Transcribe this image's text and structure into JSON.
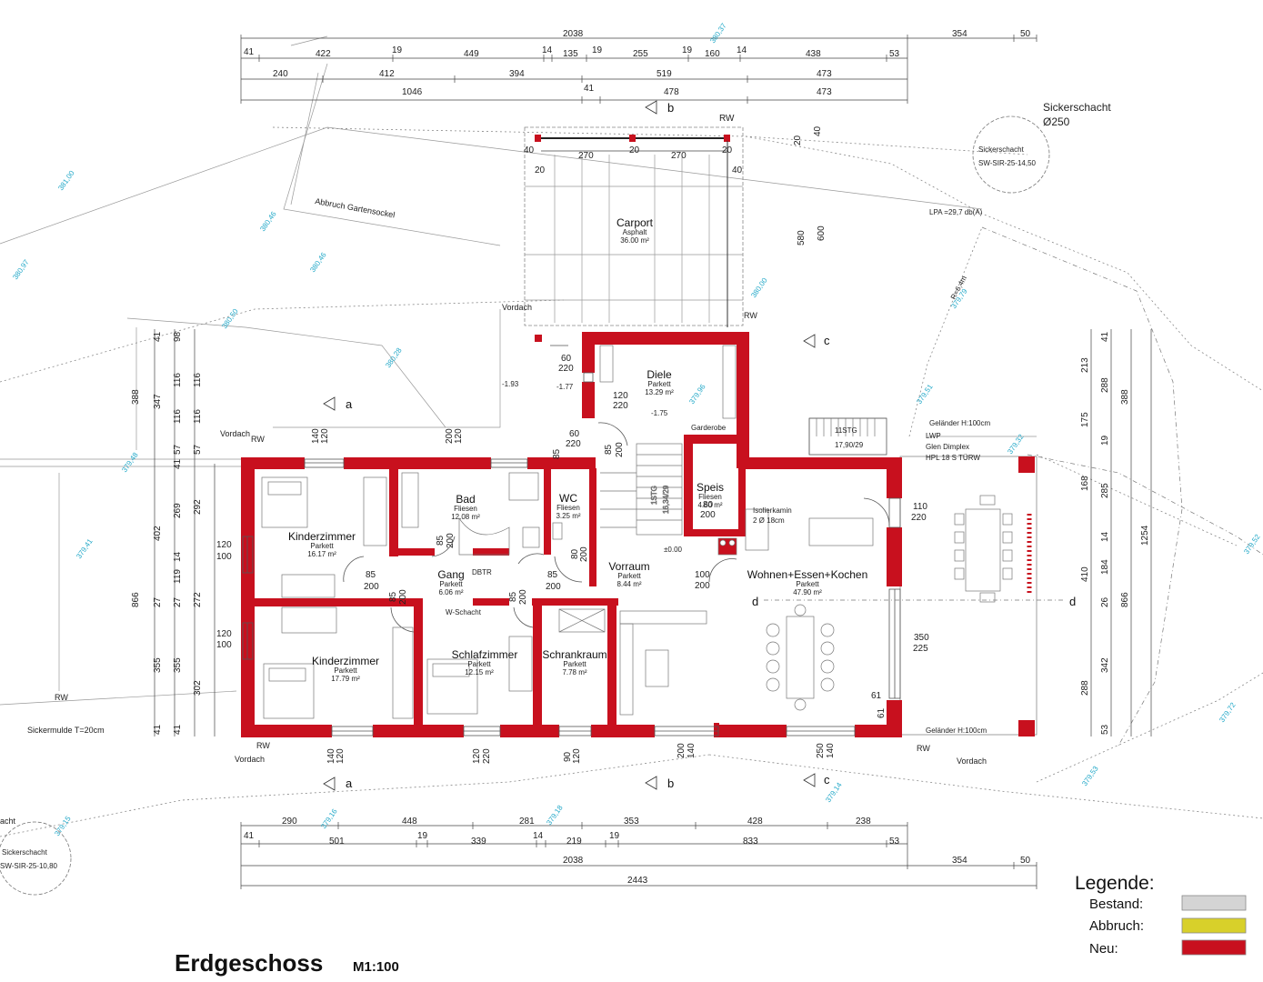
{
  "title": "Erdgeschoss",
  "scale": "M1:100",
  "legend": {
    "heading": "Legende:",
    "items": [
      {
        "label": "Bestand:",
        "color": "#d4d4d4"
      },
      {
        "label": "Abbruch:",
        "color": "#d8d02a"
      },
      {
        "label": "Neu:",
        "color": "#c8101e"
      }
    ]
  },
  "rooms": [
    {
      "name": "Kinderzimmer",
      "floor": "Parkett",
      "area": "16.17 m²"
    },
    {
      "name": "Bad",
      "floor": "Fliesen",
      "area": "12.08 m²"
    },
    {
      "name": "WC",
      "floor": "Fliesen",
      "area": "3.25 m²"
    },
    {
      "name": "Diele",
      "floor": "Parkett",
      "area": "13.29 m²"
    },
    {
      "name": "Speis",
      "floor": "Fliesen",
      "area": "4.60 m²"
    },
    {
      "name": "Gang",
      "floor": "Parkett",
      "area": "6.06 m²"
    },
    {
      "name": "Vorraum",
      "floor": "Parkett",
      "area": "8.44 m²"
    },
    {
      "name": "Wohnen+Essen+Kochen",
      "floor": "Parkett",
      "area": "47.90 m²"
    },
    {
      "name": "Kinderzimmer",
      "floor": "Parkett",
      "area": "17.79 m²"
    },
    {
      "name": "Schlafzimmer",
      "floor": "Parkett",
      "area": "12.15 m²"
    },
    {
      "name": "Schrankraum",
      "floor": "Parkett",
      "area": "7.78 m²"
    },
    {
      "name": "Carport",
      "floor": "Asphalt",
      "area": "36.00 m²"
    }
  ],
  "labels": {
    "sickerschacht_top": "Sickerschacht",
    "sickerschacht_top_dia": "Ø250",
    "sickerschacht_top_inner": "Sickerschacht",
    "sickerschacht_top_inner2": "SW-SIR-25-14,50",
    "sickerschacht_bottom": "Sickerschacht",
    "sickerschacht_bottom2": "SW-SIR-25-10,80",
    "sickerschacht_bottom_cut": "acht",
    "lpa": "LPA =29,7 db(A)",
    "radius": "R=6,4m",
    "abbruch": "Abbruch Gartensockel",
    "vordach": "Vordach",
    "rw": "RW",
    "gelaender": "Geländer H:100cm",
    "lwp1": "LWP",
    "lwp2": "Glen Dimplex",
    "lwp3": "HPL 18 S TÜRW",
    "stg": "11STG",
    "stg2": "17,90/29",
    "garderobe": "Garderobe",
    "isolierkamin": "Isolierkamin",
    "isolierkamin2": "2 Ø 18cm",
    "pm": "±0.00",
    "dbtr": "DBTR",
    "wschacht": "W-Schacht",
    "sickermulde": "Sickermulde T=20cm",
    "level1": "-1.93",
    "level2": "-1.77",
    "level3": "-1.75",
    "stg_inner": "1STG",
    "stg_inner2": "16,34/29"
  },
  "sections": [
    "a",
    "b",
    "c",
    "d"
  ],
  "dims_top": {
    "row1": [
      "41",
      "422",
      "19",
      "449",
      "14",
      "135",
      "19",
      "255",
      "19",
      "160",
      "14",
      "438",
      "53"
    ],
    "row1_total": "2038",
    "row1_extra": [
      "354",
      "50"
    ],
    "row2": [
      "240",
      "412",
      "394",
      "519",
      "473"
    ],
    "row3": [
      "1046",
      "41",
      "478",
      "473"
    ]
  },
  "dims_bottom": {
    "row1": [
      "290",
      "448",
      "281",
      "353",
      "428",
      "238"
    ],
    "row2": [
      "41",
      "501",
      "19",
      "339",
      "14",
      "219",
      "19",
      "833",
      "53"
    ],
    "row3_total": "2038",
    "row3_extra": [
      "354",
      "50"
    ],
    "row4": "2443"
  },
  "dims_left": {
    "outer": [
      "388",
      "866"
    ],
    "mid": [
      "41",
      "347",
      "27",
      "402",
      "27",
      "355",
      "41"
    ],
    "inner": [
      "98",
      "116",
      "116",
      "57",
      "41",
      "269",
      "14",
      "119",
      "272",
      "355",
      "41"
    ],
    "inner2": [
      "292",
      "302"
    ]
  },
  "dims_right": {
    "outer": [
      "388",
      "1254",
      "866"
    ],
    "mid": [
      "213",
      "288",
      "175",
      "168",
      "410",
      "288"
    ],
    "inner": [
      "41",
      "19",
      "285",
      "14",
      "184",
      "26",
      "342",
      "53"
    ]
  },
  "openings": [
    "60/220",
    "120/220",
    "60/220",
    "140/120",
    "200/120",
    "120/100",
    "85/200",
    "80/200",
    "110/220",
    "100/200",
    "350/225",
    "61",
    "120/100",
    "140/120",
    "120/220",
    "90/120",
    "200/140",
    "250/140",
    "270",
    "20",
    "40",
    "580",
    "600"
  ],
  "terrain": [
    "381,00",
    "380,97",
    "380,46",
    "380,46",
    "380,50",
    "380,28",
    "380,37",
    "380,00",
    "379,96",
    "379,51",
    "379,79",
    "379,41",
    "379,32",
    "379,52",
    "379,72",
    "379,53",
    "379,14",
    "379,16",
    "379,18",
    "379,15",
    "379,48"
  ]
}
